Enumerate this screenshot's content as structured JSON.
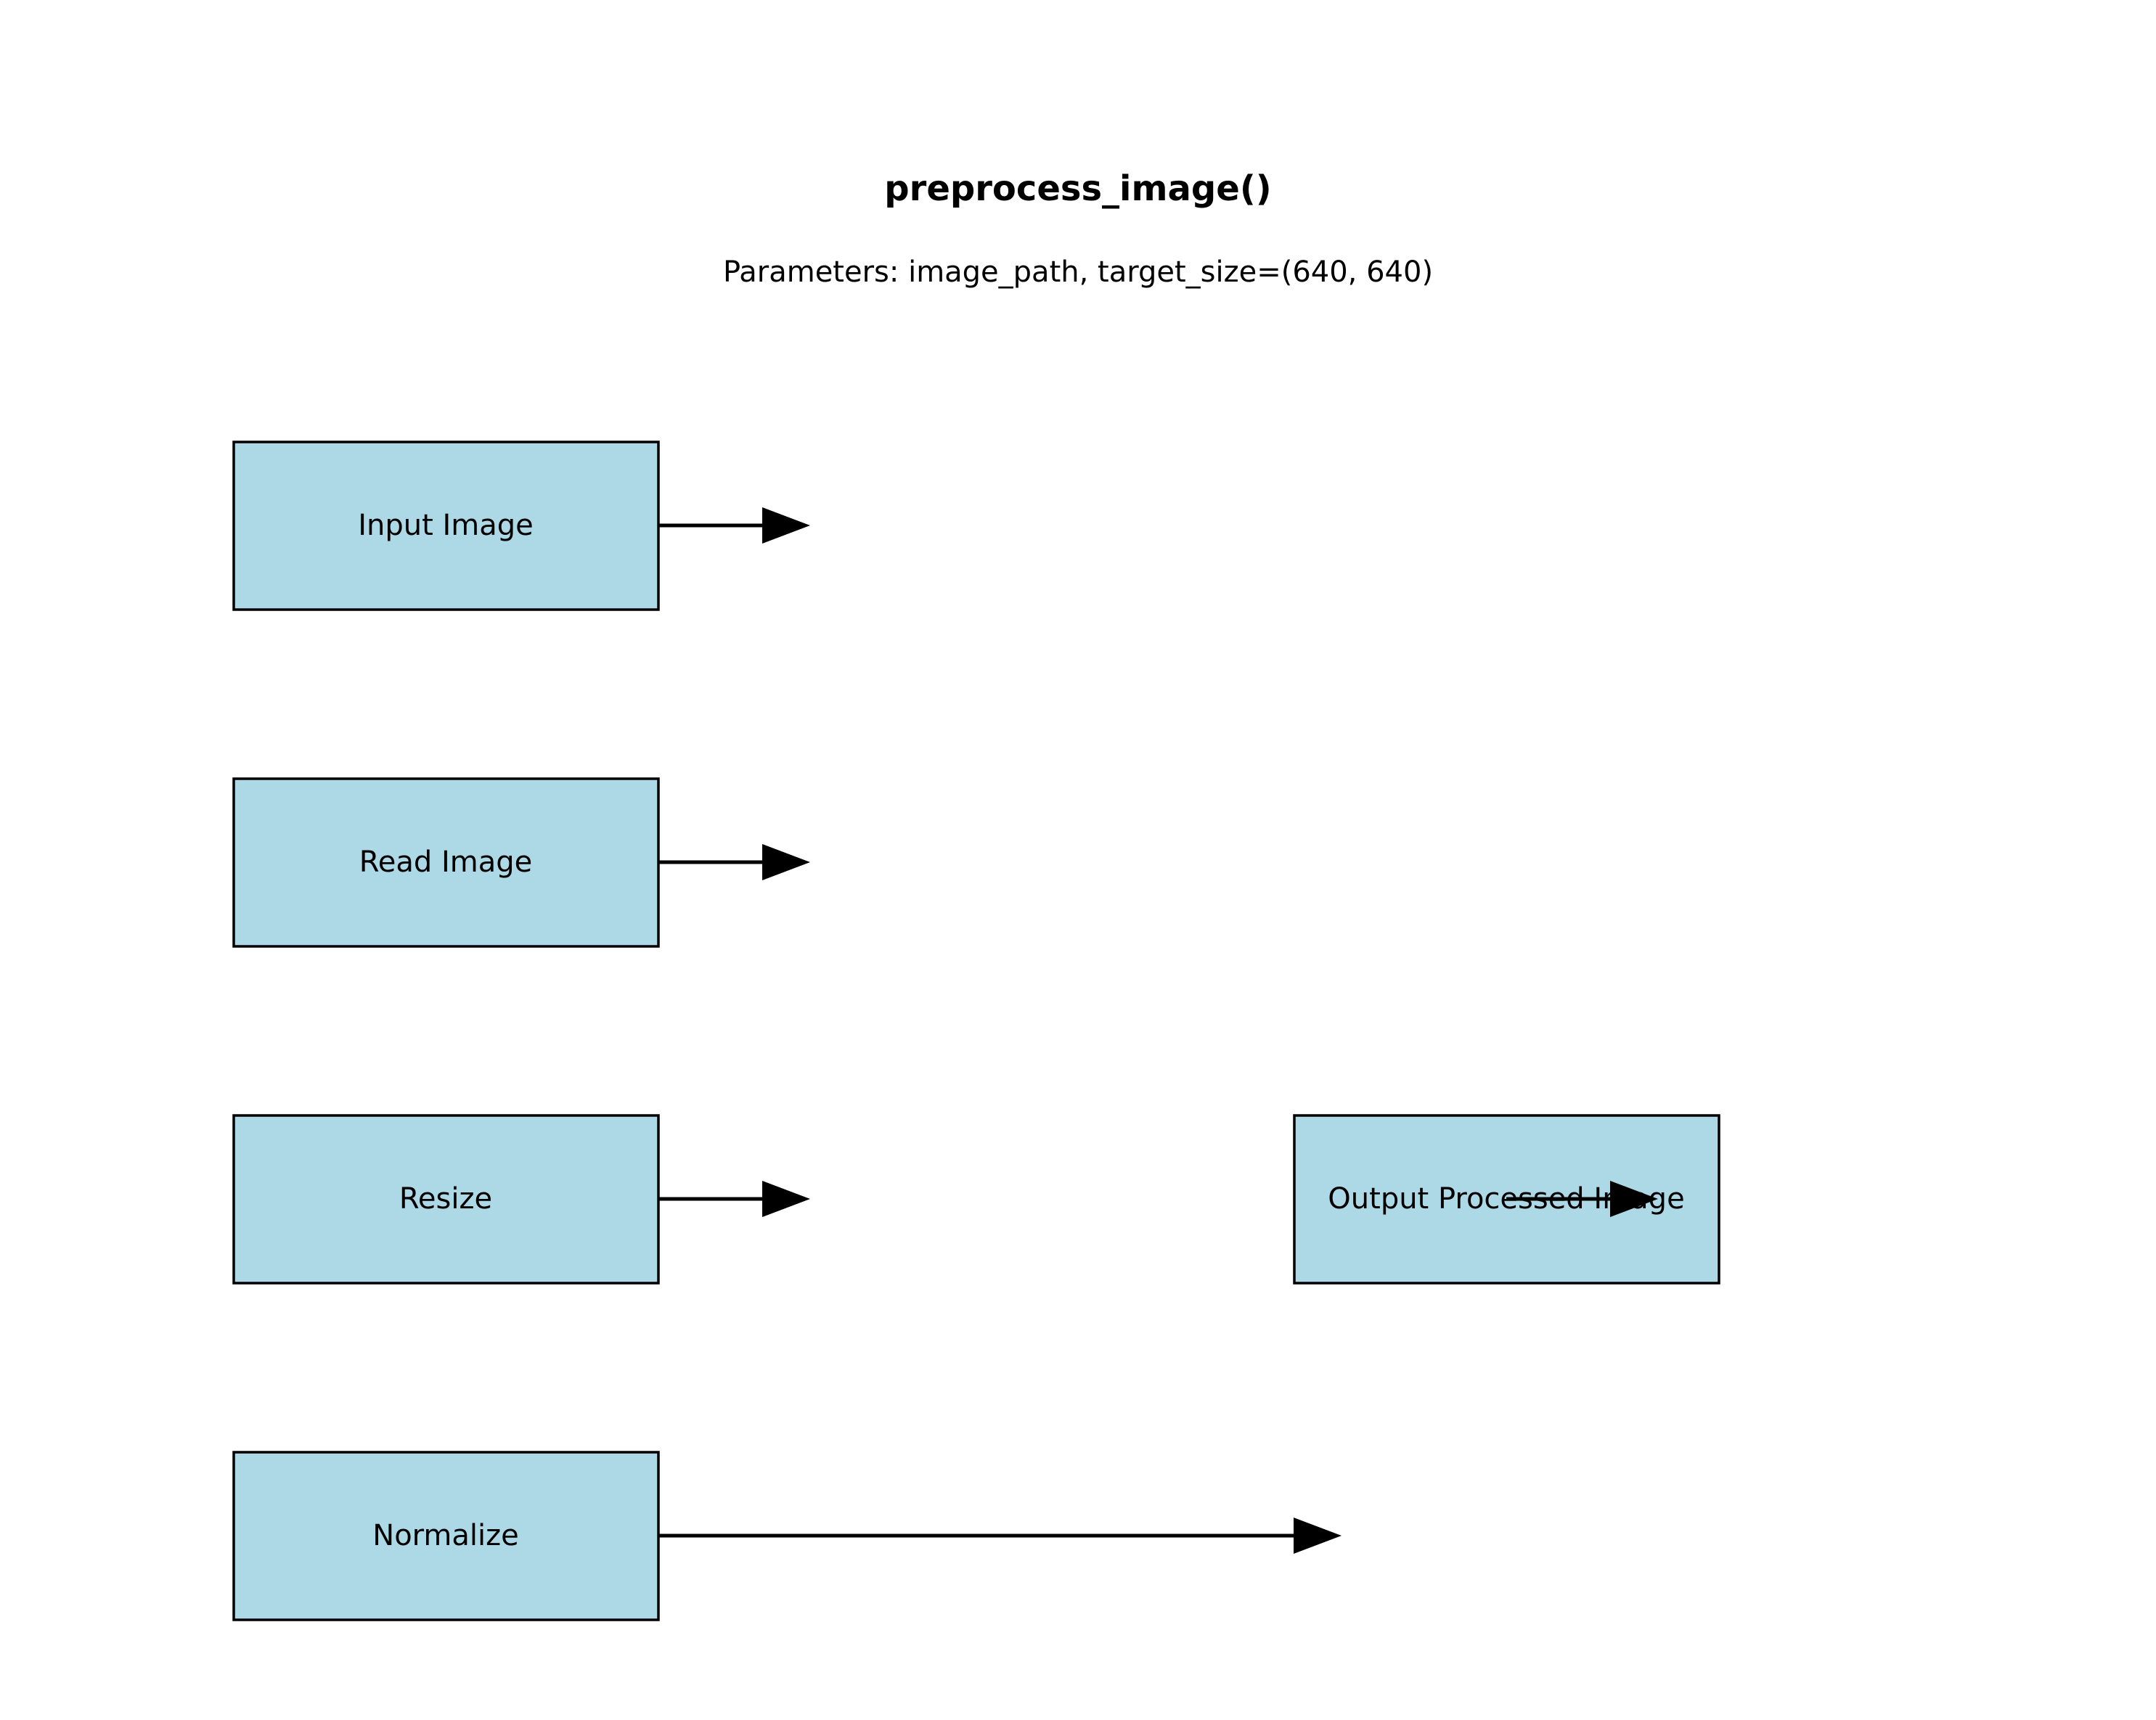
{
  "diagram": {
    "title": "preprocess_image()",
    "subtitle": "Parameters: image_path, target_size=(640, 640)",
    "box_fill": "#add8e6",
    "stroke_color": "#000000",
    "steps": [
      {
        "id": "input-image",
        "label": "Input Image"
      },
      {
        "id": "read-image",
        "label": "Read Image"
      },
      {
        "id": "resize",
        "label": "Resize"
      },
      {
        "id": "normalize",
        "label": "Normalize"
      },
      {
        "id": "output-processed-image",
        "label": "Output Processed Image"
      }
    ]
  }
}
